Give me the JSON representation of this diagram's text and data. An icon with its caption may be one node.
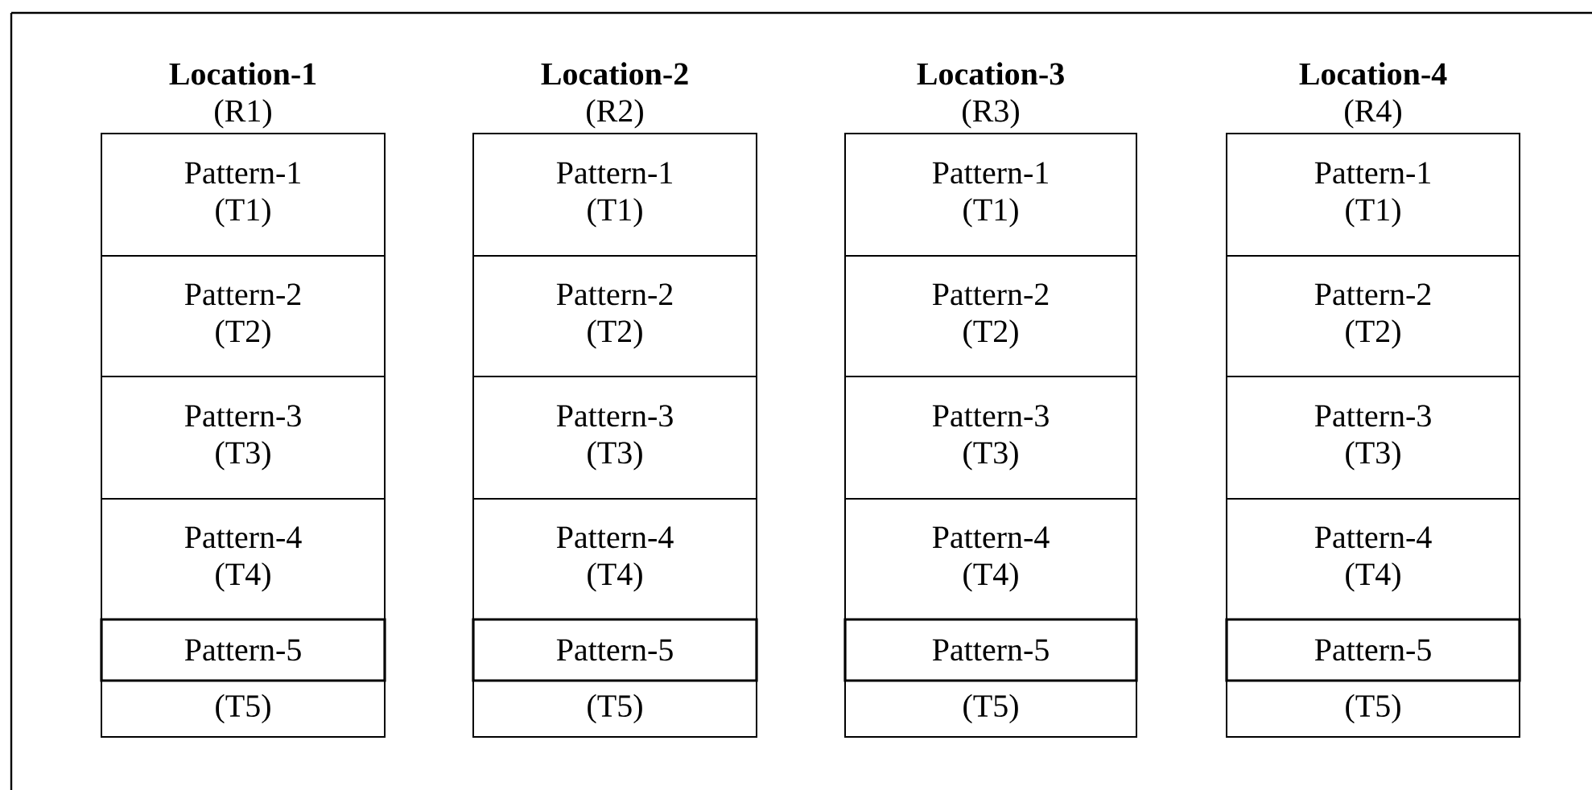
{
  "diagram": {
    "nodes": [
      {
        "text": [
          "Location-1",
          "(R1)"
        ]
      },
      {
        "text": [
          "Pattern-1",
          "(T1)"
        ]
      },
      {
        "text": [
          "Pattern-2",
          "(T2)"
        ]
      },
      {
        "text": [
          "Pattern-3",
          "(T3)"
        ]
      },
      {
        "text": [
          "Pattern-4",
          "(T4)"
        ]
      },
      {
        "text": [
          "Pattern-5"
        ]
      },
      {
        "text": [
          "(T5)"
        ]
      },
      {
        "text": [
          "Location-2",
          "(R2)"
        ]
      },
      {
        "text": [
          "Pattern-1",
          "(T1)"
        ]
      },
      {
        "text": [
          "Pattern-2",
          "(T2)"
        ]
      },
      {
        "text": [
          "Pattern-3",
          "(T3)"
        ]
      },
      {
        "text": [
          "Pattern-4",
          "(T4)"
        ]
      },
      {
        "text": [
          "Pattern-5"
        ]
      },
      {
        "text": [
          "(T5)"
        ]
      },
      {
        "text": [
          "Location-3",
          "(R3)"
        ]
      },
      {
        "text": [
          "Pattern-1",
          "(T1)"
        ]
      },
      {
        "text": [
          "Pattern-2",
          "(T2)"
        ]
      },
      {
        "text": [
          "Pattern-3",
          "(T3)"
        ]
      },
      {
        "text": [
          "Pattern-4",
          "(T4)"
        ]
      },
      {
        "text": [
          "Pattern-5"
        ]
      },
      {
        "text": [
          "(T5)"
        ]
      },
      {
        "text": [
          "Location-4",
          "(R4)"
        ]
      },
      {
        "text": [
          "Pattern-1",
          "(T1)"
        ]
      },
      {
        "text": [
          "Pattern-2",
          "(T2)"
        ]
      },
      {
        "text": [
          "Pattern-3",
          "(T3)"
        ]
      },
      {
        "text": [
          "Pattern-4",
          "(T4)"
        ]
      },
      {
        "text": [
          "Pattern-5"
        ]
      },
      {
        "text": [
          "(T5)"
        ]
      }
    ]
  }
}
